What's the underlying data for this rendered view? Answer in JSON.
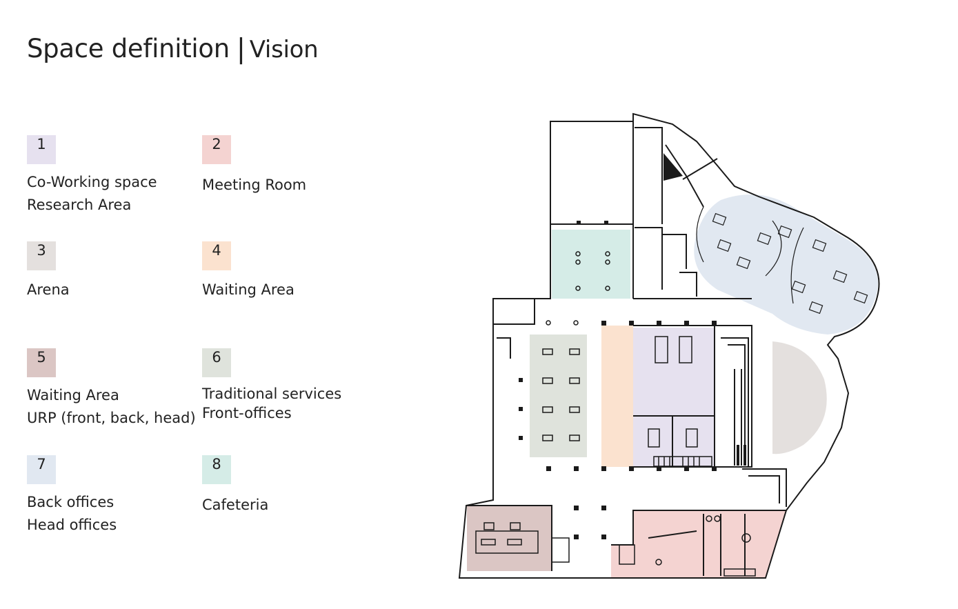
{
  "title": {
    "main": "Space definition",
    "separator": "|",
    "sub": "Vision"
  },
  "legend": [
    {
      "number": "1",
      "color": "#e6e1ef",
      "lines": [
        "Co-Working space",
        "Research Area"
      ]
    },
    {
      "number": "2",
      "color": "#f4d3d1",
      "lines": [
        "Meeting Room"
      ]
    },
    {
      "number": "3",
      "color": "#e4e0de",
      "lines": [
        "Arena"
      ]
    },
    {
      "number": "4",
      "color": "#fbe2cf",
      "lines": [
        "Waiting Area"
      ]
    },
    {
      "number": "5",
      "color": "#dbc6c4",
      "lines": [
        "Waiting Area",
        "URP (front, back, head)"
      ]
    },
    {
      "number": "6",
      "color": "#dfe3dc",
      "lines": [
        "Traditional services",
        "Front-offices"
      ]
    },
    {
      "number": "7",
      "color": "#e1e8f1",
      "lines": [
        "Back offices",
        "Head offices"
      ]
    },
    {
      "number": "8",
      "color": "#d5ece7",
      "lines": [
        "Cafeteria"
      ]
    }
  ]
}
